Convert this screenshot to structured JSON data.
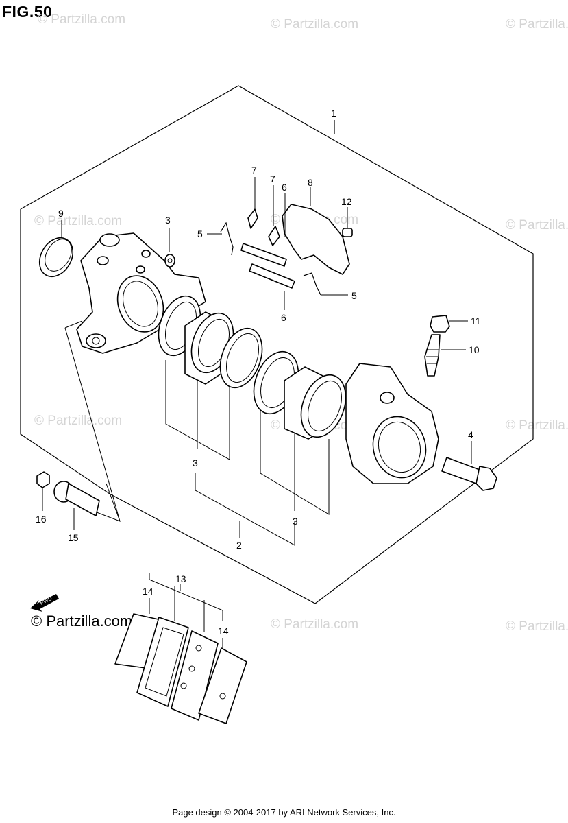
{
  "figure": {
    "title": "FIG.50"
  },
  "watermark": {
    "text": "© Partzilla.com",
    "text_small": "© Partzilla.com"
  },
  "callouts": {
    "c1": "1",
    "c2": "2",
    "c3a": "3",
    "c3b": "3",
    "c3c": "3",
    "c4": "4",
    "c5a": "5",
    "c5b": "5",
    "c6a": "6",
    "c6b": "6",
    "c7a": "7",
    "c7b": "7",
    "c8": "8",
    "c9": "9",
    "c10": "10",
    "c11": "11",
    "c12": "12",
    "c13": "13",
    "c14a": "14",
    "c14b": "14",
    "c15": "15",
    "c16": "16"
  },
  "fwd_label": "FWD",
  "footer": {
    "text": "Page design © 2004-2017 by ARI Network Services, Inc."
  }
}
